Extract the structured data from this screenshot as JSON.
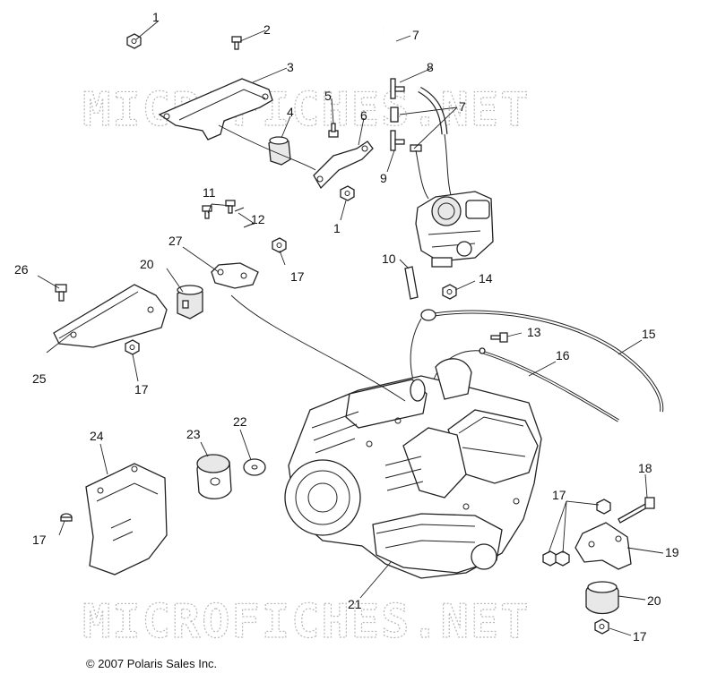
{
  "watermark": "MICROFICHES.NET",
  "copyright": "© 2007 Polaris Sales Inc.",
  "callouts": [
    {
      "id": "c1a",
      "text": "1"
    },
    {
      "id": "c2",
      "text": "2"
    },
    {
      "id": "c3",
      "text": "3"
    },
    {
      "id": "c4",
      "text": "4"
    },
    {
      "id": "c5",
      "text": "5"
    },
    {
      "id": "c6",
      "text": "6"
    },
    {
      "id": "c1b",
      "text": "1"
    },
    {
      "id": "c7a",
      "text": "7"
    },
    {
      "id": "c8",
      "text": "8"
    },
    {
      "id": "c7b",
      "text": "7"
    },
    {
      "id": "c9",
      "text": "9"
    },
    {
      "id": "c11",
      "text": "11"
    },
    {
      "id": "c12",
      "text": "12"
    },
    {
      "id": "c27",
      "text": "27"
    },
    {
      "id": "c20a",
      "text": "20"
    },
    {
      "id": "c17a",
      "text": "17"
    },
    {
      "id": "c26",
      "text": "26"
    },
    {
      "id": "c25",
      "text": "25"
    },
    {
      "id": "c17b",
      "text": "17"
    },
    {
      "id": "c10",
      "text": "10"
    },
    {
      "id": "c14",
      "text": "14"
    },
    {
      "id": "c13",
      "text": "13"
    },
    {
      "id": "c15",
      "text": "15"
    },
    {
      "id": "c16",
      "text": "16"
    },
    {
      "id": "c24",
      "text": "24"
    },
    {
      "id": "c23",
      "text": "23"
    },
    {
      "id": "c22",
      "text": "22"
    },
    {
      "id": "c17c",
      "text": "17"
    },
    {
      "id": "c18",
      "text": "18"
    },
    {
      "id": "c17d",
      "text": "17"
    },
    {
      "id": "c19",
      "text": "19"
    },
    {
      "id": "c21",
      "text": "21"
    },
    {
      "id": "c20b",
      "text": "20"
    },
    {
      "id": "c17e",
      "text": "17"
    }
  ]
}
